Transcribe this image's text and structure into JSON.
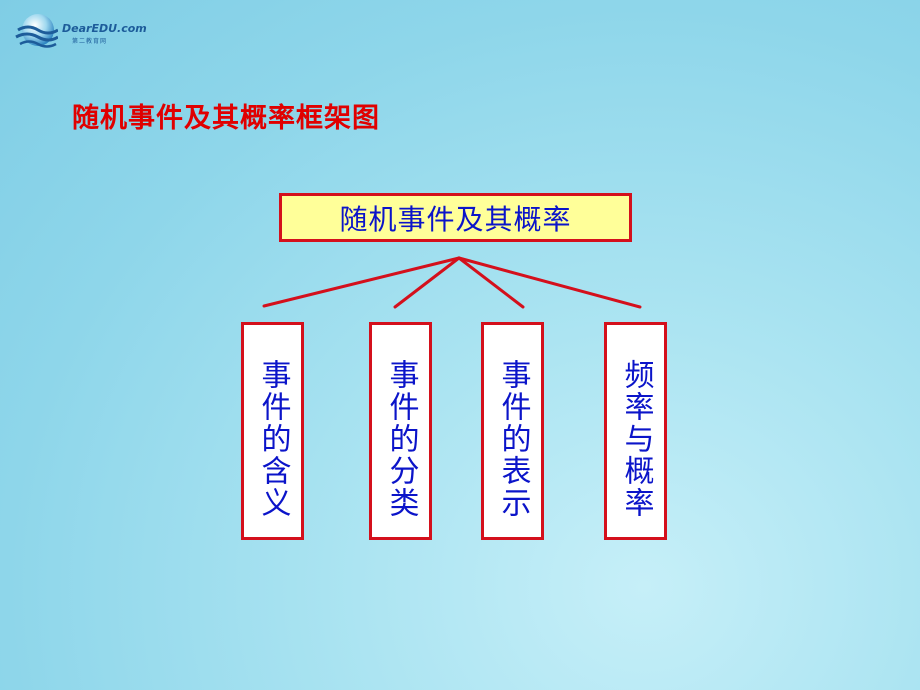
{
  "logo": {
    "brand_text": "DearEDU.com",
    "sub_text": "第二教育网",
    "icon": "wave-globe-logo-icon"
  },
  "title": "随机事件及其概率框架图",
  "diagram": {
    "root": "随机事件及其概率",
    "children": [
      "事件的含义",
      "事件的分类",
      "事件的表示",
      "频率与概率"
    ]
  },
  "colors": {
    "background": "#a9e3f1",
    "title": "#e00000",
    "border": "#d4101c",
    "root_fill": "#ffff99",
    "child_fill": "#ffffff",
    "label_text": "#0b14c9"
  }
}
